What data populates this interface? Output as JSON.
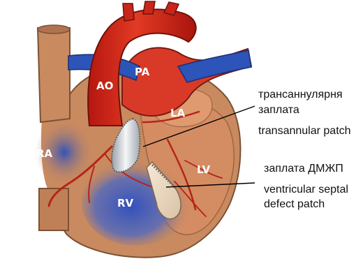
{
  "chambers": {
    "ao": "AO",
    "pa": "PA",
    "la": "LA",
    "ra": "RA",
    "rv": "RV",
    "lv": "LV"
  },
  "callouts": {
    "transannular_uk_1": "трансаннулярня",
    "transannular_uk_2": "заплата",
    "transannular_en": "transannular patch",
    "vsd_uk": "заплата ДМЖП",
    "vsd_en_1": "ventricular septal",
    "vsd_en_2": "defect patch"
  },
  "colors": {
    "artery_red": "#d42b1c",
    "vein_blue": "#2d54b8",
    "myocardium": "#c98a5f",
    "patch_silver": "#cfd3d8"
  }
}
